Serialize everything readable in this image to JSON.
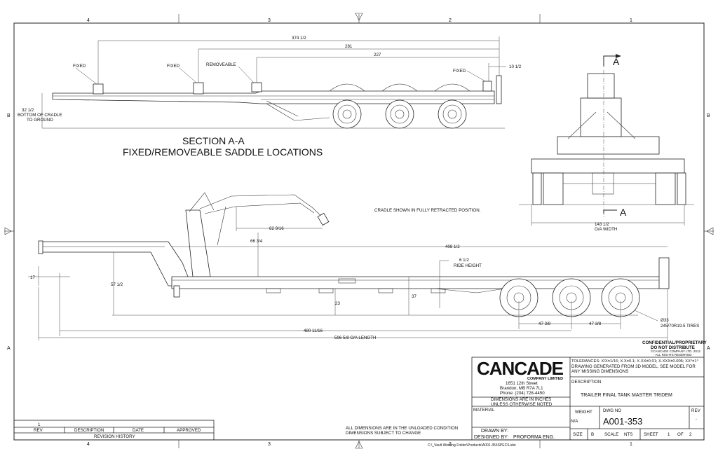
{
  "border": {
    "zones_top": [
      "4",
      "3",
      "2",
      "1"
    ],
    "zones_side": [
      "B",
      "A"
    ]
  },
  "section_view": {
    "title": "SECTION A-A",
    "subtitle": "FIXED/REMOVEABLE SADDLE LOCATIONS",
    "labels": {
      "fixed_1": "FIXED",
      "fixed_2": "FIXED",
      "removeable": "REMOVEABLE",
      "fixed_3": "FIXED"
    },
    "dims": {
      "d1": "374 1/2",
      "d2": "281",
      "d3": "227",
      "d4": "10 1/2",
      "cradle_height": "32 1/2",
      "cradle_note_1": "BOTTOM OF CRADLE",
      "cradle_note_2": "TO GROUND"
    }
  },
  "end_view": {
    "section_marker_top": "A",
    "section_marker_bottom": "A",
    "width": "143 1/2",
    "width_label": "O/A WIDTH"
  },
  "side_view": {
    "note": "CRADLE SHOWN IN FULLY RETRACTED POSITION.",
    "dims": {
      "d_82": "82 9/16",
      "d_66": "66 3/4",
      "d_408": "408 1/2",
      "ride_height": "6 1/2",
      "ride_height_label": "RIDE HEIGHT",
      "d_17": "17",
      "d_57": "57 1/2",
      "d_23": "23",
      "d_37": "37",
      "axle_1": "47 3/8",
      "axle_2": "47 3/8",
      "tire_dia": "Ø33",
      "tire_size": "245/70R19.5 TIRES",
      "d_480": "480 11/16",
      "overall": "596 5/8 O/A LENGTH"
    }
  },
  "confidential": {
    "line1": "CONFIDENTIAL/PROPRIETARY",
    "line2": "DO NOT DISTRIBUTE",
    "line3": "©CANCADE COMPANY LTD. 2012",
    "line4": "- ALL RIGHTS RESERVED -"
  },
  "title_block": {
    "logo": "CANCADE",
    "logo_sub": "COMPANY LIMITED",
    "address1": "1651 12th Street",
    "address2": "Brandon, MB R7A 7L1",
    "phone": "Phone: (204) 728-4450",
    "units1": "DIMENSIONS ARE IN INCHES",
    "units2": "UNLESS OTHERWISE NOTED",
    "tolerances": "TOLERANCES: X/X±1/16; X.X±0.1; X.XX±0.01; X.XXX±0.005; XX°±1°",
    "model_note1": "DRAWING GENERATED FROM 3D MODEL, SEE MODEL FOR",
    "model_note2": "ANY MISSING DIMENSIONS",
    "description_label": "DESCRIPTION",
    "description": "TRAILER FINAL TANK MASTER TRIDEM",
    "material_label": "MATERIAL",
    "weight_label": "WEIGHT",
    "weight": "N/A",
    "dwg_no_label": "DWG NO",
    "dwg_no": "A001-353",
    "rev_label": "REV",
    "rev": "-",
    "drawn_by_label": "DRAWN BY:",
    "designed_by_label": "DESIGNED BY:",
    "designed_by": "PROFORMA ENG.",
    "size_label": "SIZE",
    "size": "B",
    "scale_label": "SCALE",
    "scale": "NTS",
    "sheet_label": "SHEET",
    "sheet": "1",
    "of_label": "OF",
    "sheet_total": "2",
    "note1": "ALL DIMENSIONS ARE IN THE UNLOADED CONDITION",
    "note2": "DIMENSIONS SUBJECT TO CHANGE",
    "file_path": "C:\\_Vault Working Folder\\Products\\A001-353SPECS.idw"
  },
  "revision_history": {
    "count": "1",
    "col_rev": "REV",
    "col_description": "DESCRIPTION",
    "col_date": "DATE",
    "col_approved": "APPROVED",
    "title": "REVISION HISTORY"
  }
}
